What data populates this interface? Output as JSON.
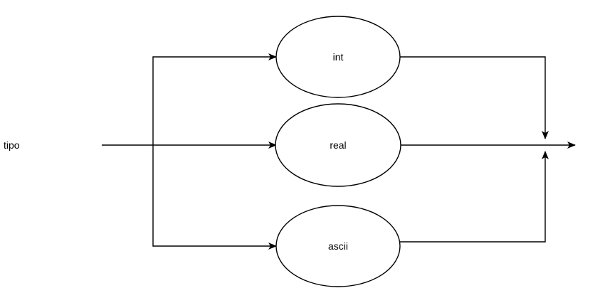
{
  "diagram": {
    "rule_name": "tipo",
    "nodes": [
      {
        "id": "int",
        "label": "int"
      },
      {
        "id": "real",
        "label": "real"
      },
      {
        "id": "ascii",
        "label": "ascii"
      }
    ],
    "edges": [
      {
        "from": "tipo",
        "to": "int"
      },
      {
        "from": "tipo",
        "to": "real"
      },
      {
        "from": "tipo",
        "to": "ascii"
      },
      {
        "from": "int",
        "to": "exit"
      },
      {
        "from": "real",
        "to": "exit"
      },
      {
        "from": "ascii",
        "to": "exit"
      }
    ]
  }
}
